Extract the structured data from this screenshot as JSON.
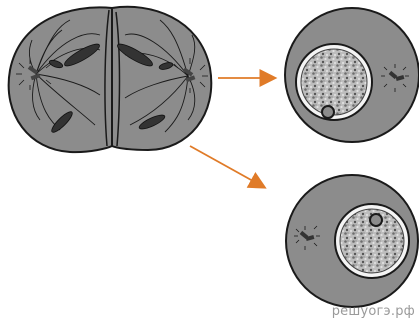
{
  "watermark": "решуогэ.рф",
  "colors": {
    "cytoplasm": "#8c8c8c",
    "outline": "#1a1a1a",
    "chromosome": "#333333",
    "nucleus_light": "#f2f2f2",
    "nucleus_dark": "#6a6a6a",
    "arrow": "#e07b28"
  },
  "icons": {
    "dividing_cell": "cell-telophase",
    "daughter_cell": "cell-interphase",
    "arrow": "arrow-right"
  }
}
